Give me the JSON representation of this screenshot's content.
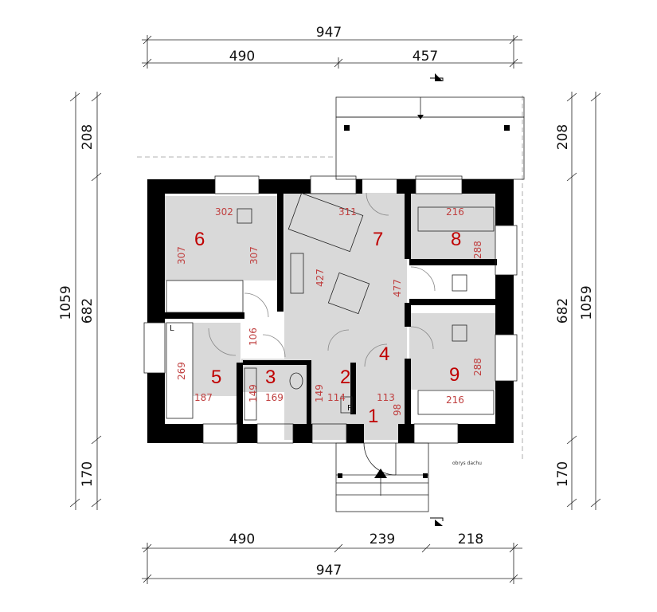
{
  "dimensions": {
    "top_total": "947",
    "top_left": "490",
    "top_right": "457",
    "bottom_left": "490",
    "bottom_mid": "239",
    "bottom_right": "218",
    "bottom_total": "947",
    "left_top": "208",
    "left_mid": "682",
    "left_total": "1059",
    "left_bottom": "170",
    "right_top": "208",
    "right_mid": "682",
    "right_total": "1059",
    "right_bottom": "170"
  },
  "rooms": [
    {
      "number": "1",
      "dims": [
        "98"
      ]
    },
    {
      "number": "2",
      "dims": [
        "114",
        "149"
      ]
    },
    {
      "number": "3",
      "dims": [
        "169",
        "149"
      ]
    },
    {
      "number": "4",
      "dims": [
        "113"
      ]
    },
    {
      "number": "5",
      "dims": [
        "269",
        "187",
        "106"
      ]
    },
    {
      "number": "6",
      "dims": [
        "302",
        "307",
        "307"
      ]
    },
    {
      "number": "7",
      "dims": [
        "311",
        "427",
        "477"
      ]
    },
    {
      "number": "8",
      "dims": [
        "216",
        "288"
      ]
    },
    {
      "number": "9",
      "dims": [
        "216",
        "288"
      ]
    }
  ],
  "labels": {
    "roof_outline": "obrys dachu",
    "letter_l": "L",
    "letter_p": "P"
  }
}
